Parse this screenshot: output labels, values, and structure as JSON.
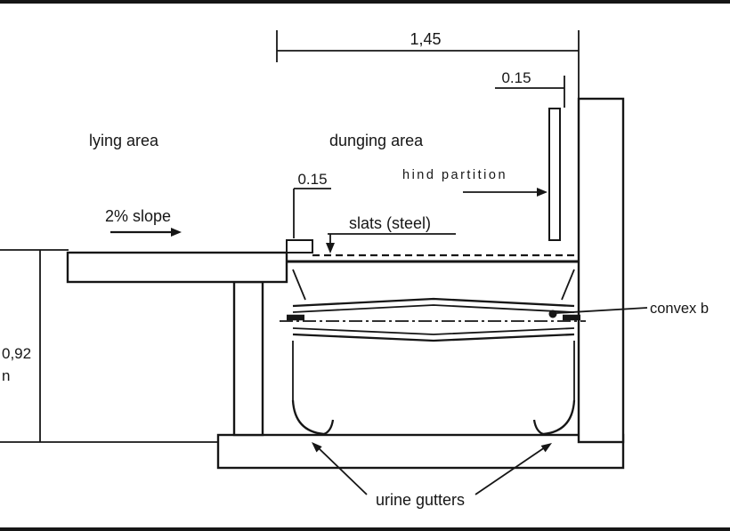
{
  "colors": {
    "ink": "#161616",
    "background": "#ffffff"
  },
  "diagram": {
    "dimensions": {
      "dunging_width": "1,45",
      "partition_offset": "0.15",
      "kerb_width": "0.15",
      "pit_height": "0,92",
      "pit_height_unit": "n"
    },
    "labels": {
      "lying_area": "lying area",
      "dunging_area": "dunging area",
      "hind_partition": "hind partition",
      "slope": "2% slope",
      "slats": "slats (steel)",
      "convex_beam": "convex b",
      "urine_gutters": "urine gutters"
    }
  }
}
